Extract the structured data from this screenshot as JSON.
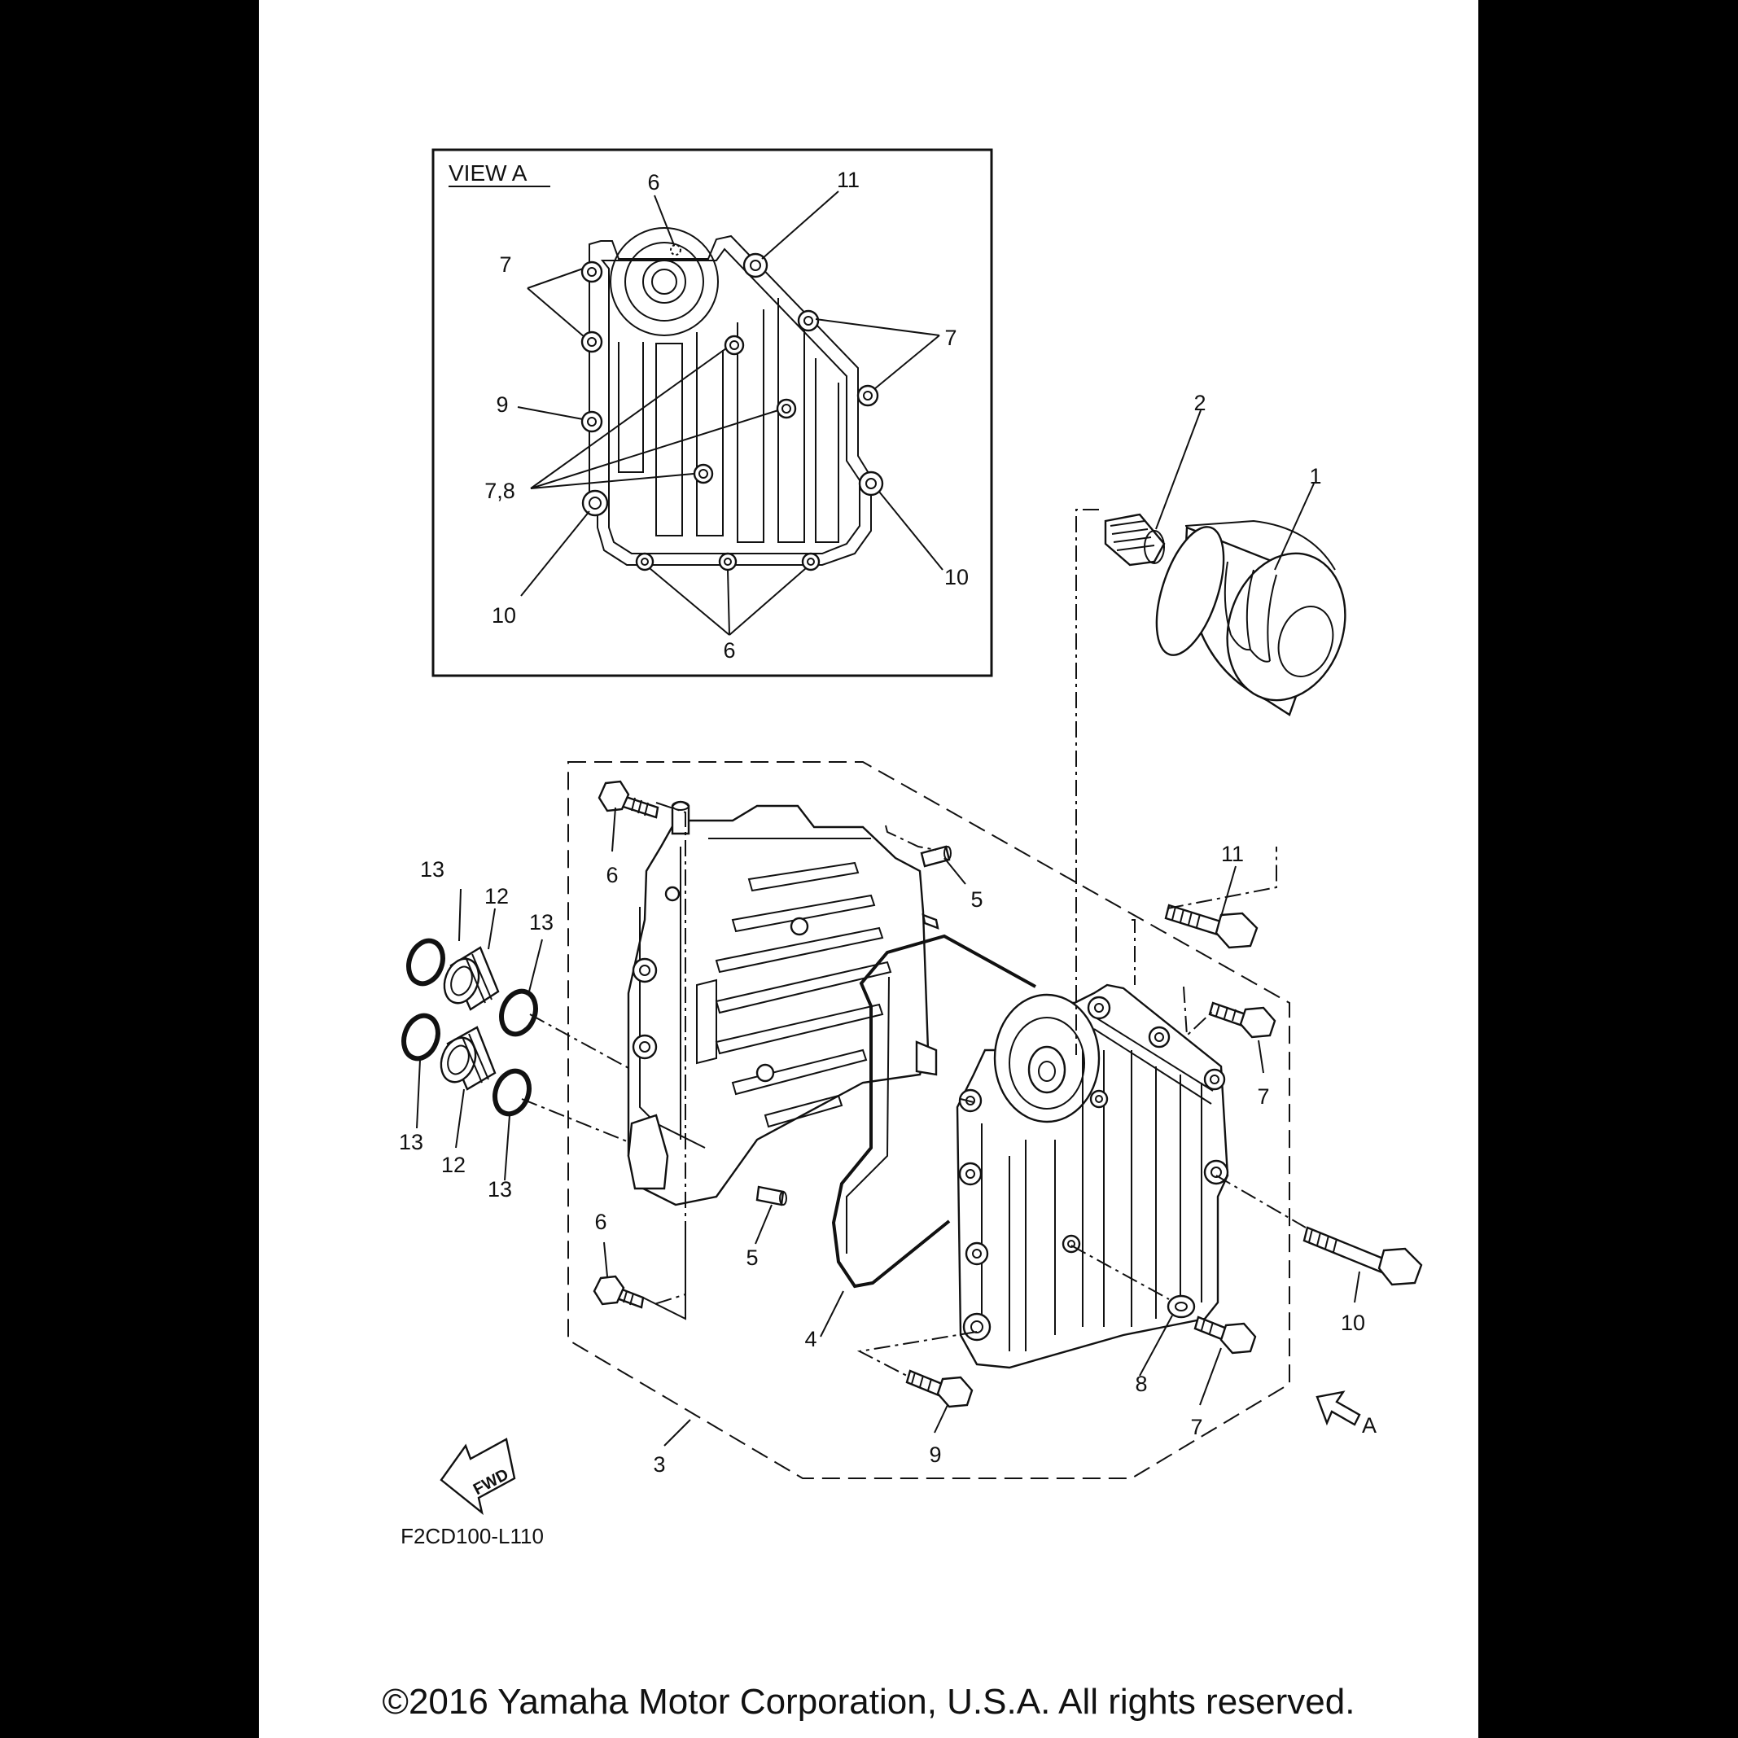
{
  "view_a": {
    "title": "VIEW A",
    "callouts": [
      "6",
      "11",
      "7",
      "7",
      "9",
      "7,8",
      "10",
      "10",
      "6"
    ]
  },
  "callouts": {
    "c1": "1",
    "c2": "2",
    "c3": "3",
    "c4": "4",
    "c5a": "5",
    "c5b": "5",
    "c6a": "6",
    "c6b": "6",
    "c7a": "7",
    "c7b": "7",
    "c8": "8",
    "c9": "9",
    "c10": "10",
    "c11": "11",
    "c12a": "12",
    "c12b": "12",
    "c13a": "13",
    "c13b": "13",
    "c13c": "13",
    "c13d": "13"
  },
  "view_arrow_label": "A",
  "fwd_label": "FWD",
  "diagram_code": "F2CD100-L110",
  "copyright": "©2016 Yamaha Motor Corporation, U.S.A. All rights reserved."
}
